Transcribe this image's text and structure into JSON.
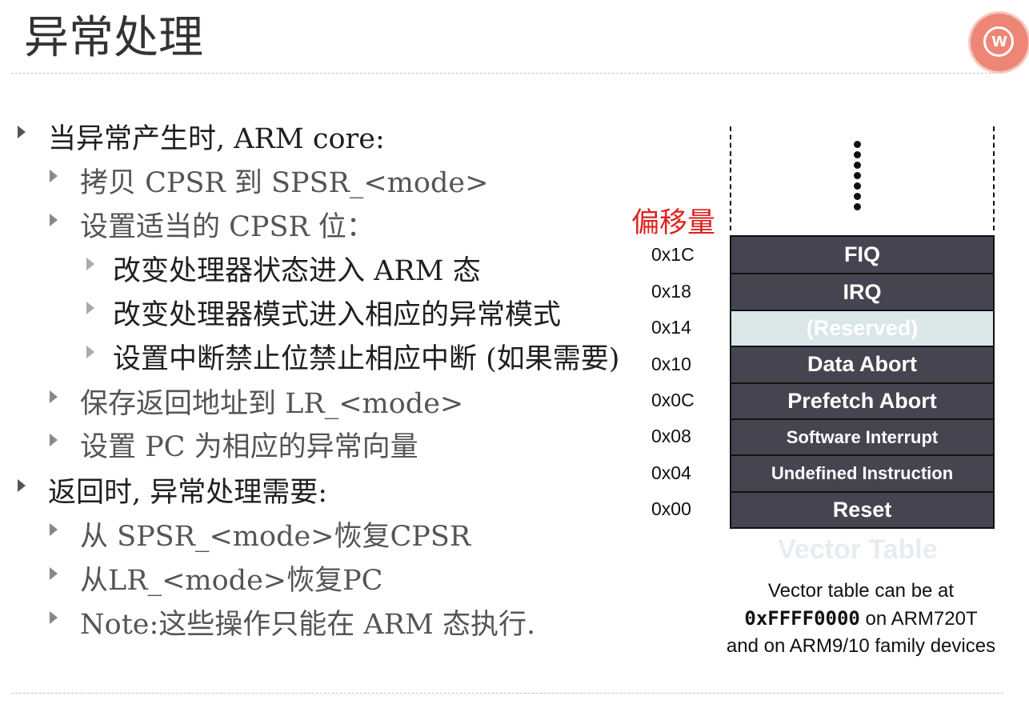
{
  "slide": {
    "title": "异常处理",
    "badge_icon": "wps-logo-icon",
    "badge_letter": "W"
  },
  "bullets": [
    {
      "level": 1,
      "text": "当异常产生时, ARM core:"
    },
    {
      "level": 2,
      "text": "拷贝 CPSR 到 SPSR_<mode>"
    },
    {
      "level": 2,
      "text": "设置适当的 CPSR 位："
    },
    {
      "level": 3,
      "text": "改变处理器状态进入 ARM 态"
    },
    {
      "level": 3,
      "text": "改变处理器模式进入相应的异常模式"
    },
    {
      "level": 3,
      "text": "设置中断禁止位禁止相应中断 (如果需要)"
    },
    {
      "level": 2,
      "text": "保存返回地址到 LR_<mode>"
    },
    {
      "level": 2,
      "text": "设置 PC 为相应的异常向量"
    },
    {
      "level": 1,
      "text": "返回时, 异常处理需要:"
    },
    {
      "level": 2,
      "text": "从 SPSR_<mode>恢复CPSR"
    },
    {
      "level": 2,
      "text": "从LR_<mode>恢复PC"
    },
    {
      "level": 2,
      "text": "Note:这些操作只能在 ARM 态执行."
    }
  ],
  "vector_table": {
    "offset_header": "偏移量",
    "title": "Vector Table",
    "rows": [
      {
        "offset": "0x1C",
        "label": "FIQ"
      },
      {
        "offset": "0x18",
        "label": "IRQ"
      },
      {
        "offset": "0x14",
        "label": "(Reserved)"
      },
      {
        "offset": "0x10",
        "label": "Data Abort"
      },
      {
        "offset": "0x0C",
        "label": "Prefetch Abort"
      },
      {
        "offset": "0x08",
        "label": "Software Interrupt"
      },
      {
        "offset": "0x04",
        "label": "Undefined Instruction"
      },
      {
        "offset": "0x00",
        "label": "Reset"
      }
    ],
    "note_line1": "Vector table can be at",
    "note_address": "0xFFFF0000",
    "note_line2_suffix": " on ARM720T",
    "note_line3": "and on ARM9/10 family devices"
  }
}
